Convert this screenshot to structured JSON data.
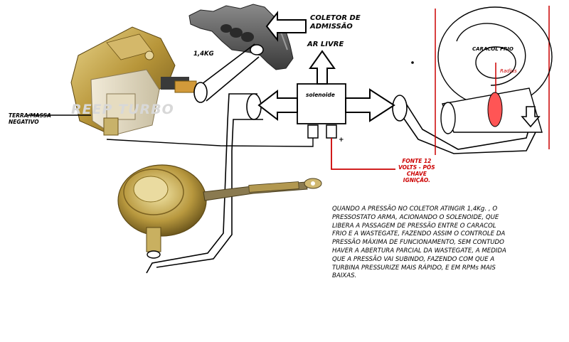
{
  "labels": {
    "coletor": "COLETOR DE\nADMISSÃO",
    "ar_livre": "AR LIVRE",
    "pressure": "1,4KG",
    "solenoide": "solenoide",
    "terra": "TERRA/MASSA\nNEGATIVO",
    "plus": "+",
    "fonte": "FONTE 12\nVOLTS - PÓS\nCHAVE\nIGNIÇÃO.",
    "caracol": "CARACOL FRIO",
    "radius": "Radius",
    "watermark": "REEP TURBO"
  },
  "description": "QUANDO A PRESSÃO NO COLETOR ATINGIR 1,4Kg. , O\nPRESSOSTATO ARMA, ACIONANDO O SOLENOIDE, QUE\nLIBERA A PASSAGEM DE PRESSÃO ENTRE O CARACOL\nFRIO E A WASTEGATE, FAZENDO ASSIM O CONTROLE DA\nPRESSÃO MÁXIMA DE FUNCIONAMENTO, SEM CONTUDO\nHAVER A ABERTURA PARCIAL DA WASTEGATE, A MEDIDA\nQUE A PRESSÃO VAI SUBINDO, FAZENDO COM QUE A\nTURBINA PRESSURIZE MAIS RÁPIDO, E EM RPMs MAIS\nBAIXAS.",
  "colors": {
    "wire": "#000000",
    "power_wire": "#cc0000",
    "radius_fill": "#ff5555",
    "housing_frame": "#cc0000",
    "manifold": "#555555",
    "brass": "#b8963a"
  }
}
